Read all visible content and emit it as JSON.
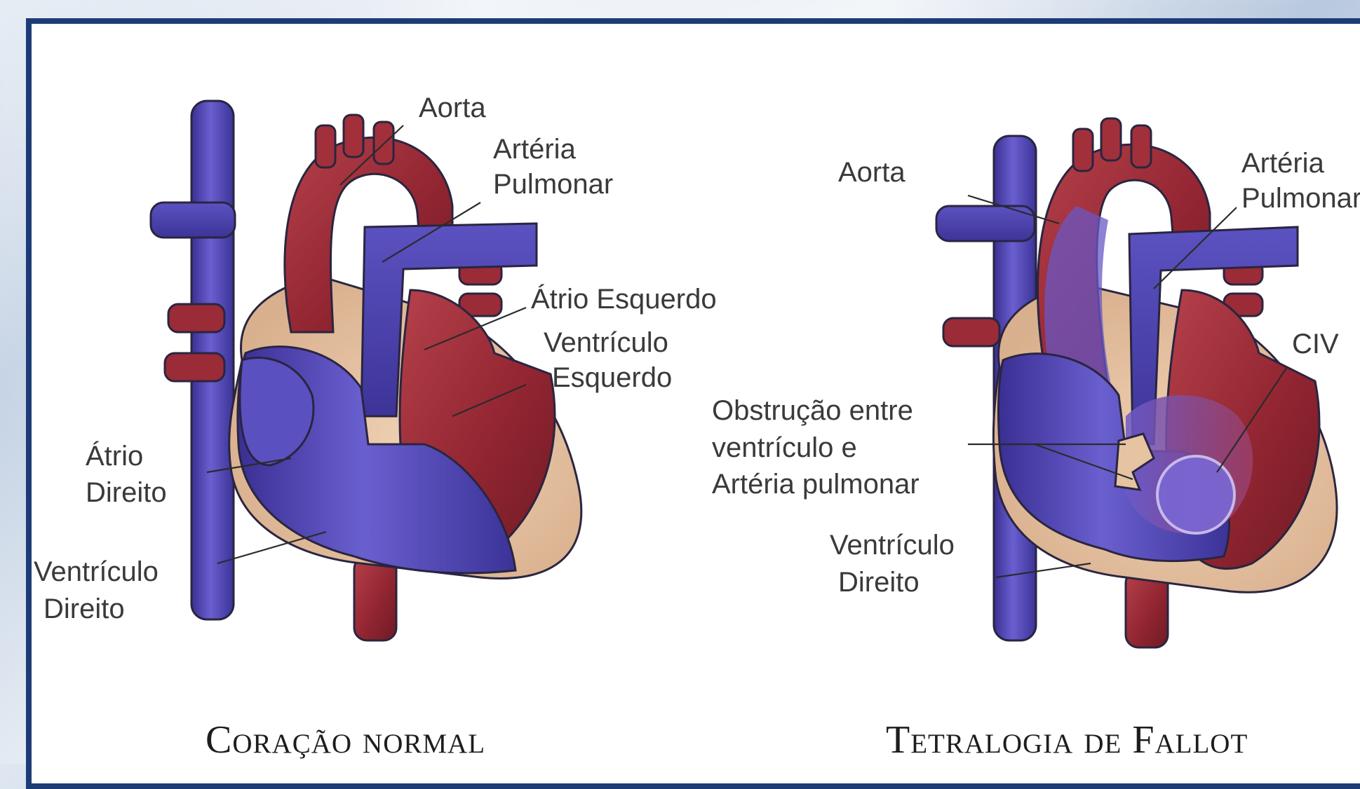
{
  "normal": {
    "title": "Coração normal",
    "labels": {
      "aorta": "Aorta",
      "arteria_pulmonar_1": "Artéria",
      "arteria_pulmonar_2": "Pulmonar",
      "atrio_esquerdo": "Átrio Esquerdo",
      "ventriculo_esquerdo_1": "Ventrículo",
      "ventriculo_esquerdo_2": "Esquerdo",
      "atrio_direito_1": "Átrio",
      "atrio_direito_2": "Direito",
      "ventriculo_direito_1": "Ventrículo",
      "ventriculo_direito_2": "Direito"
    }
  },
  "fallot": {
    "title": "Tetralogia de Fallot",
    "labels": {
      "aorta": "Aorta",
      "arteria_pulmonar_1": "Artéria",
      "arteria_pulmonar_2": "Pulmonar",
      "civ": "CIV",
      "obstrucao_1": "Obstrução entre",
      "obstrucao_2": "ventrículo e",
      "obstrucao_3": "Artéria pulmonar",
      "ventriculo_direito_1": "Ventrículo",
      "ventriculo_direito_2": "Direito"
    }
  },
  "colors": {
    "frame_border": "#1d3c76",
    "oxygenated": "#9a2b37",
    "deoxygenated": "#4f46b0",
    "myocardium": "#e6c3a1"
  }
}
